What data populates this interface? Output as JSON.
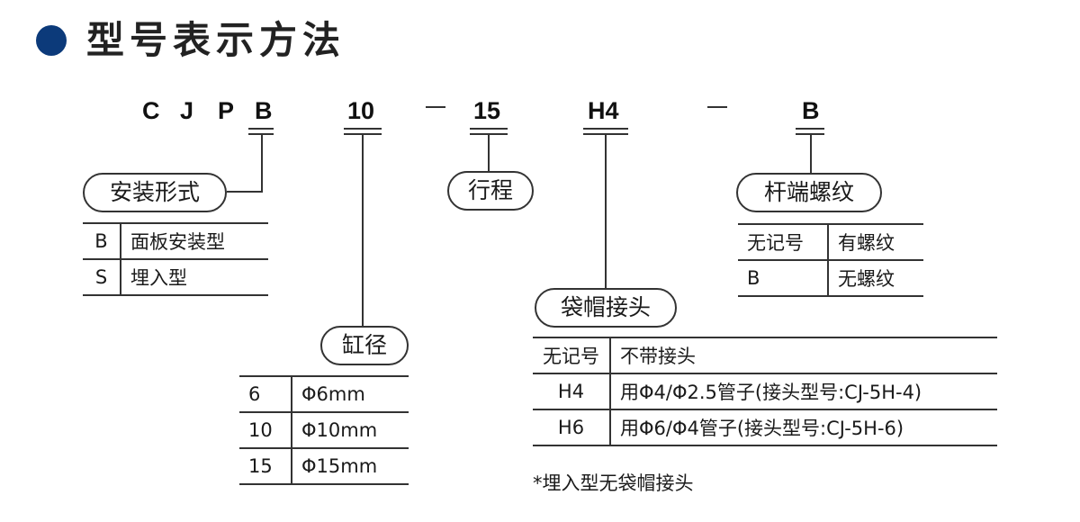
{
  "heading": {
    "title": "型号表示方法"
  },
  "code": {
    "prefix": [
      "C",
      "J",
      "P"
    ],
    "mount": "B",
    "bore": "10",
    "sep1": "–",
    "stroke": "15",
    "cap": "H4",
    "sep2": "–",
    "thread": "B"
  },
  "mount_form": {
    "label": "安装形式",
    "rows": [
      {
        "code": "B",
        "desc": "面板安装型"
      },
      {
        "code": "S",
        "desc": "埋入型"
      }
    ]
  },
  "bore": {
    "label": "缸径",
    "rows": [
      {
        "code": "6",
        "desc": "Φ6mm"
      },
      {
        "code": "10",
        "desc": "Φ10mm"
      },
      {
        "code": "15",
        "desc": "Φ15mm"
      }
    ]
  },
  "stroke": {
    "label": "行程"
  },
  "cap": {
    "label": "袋帽接头",
    "rows": [
      {
        "code": "无记号",
        "desc": "不带接头"
      },
      {
        "code": "H4",
        "desc": "用Φ4/Φ2.5管子(接头型号:CJ-5H-4)"
      },
      {
        "code": "H6",
        "desc": "用Φ6/Φ4管子(接头型号:CJ-5H-6)"
      }
    ],
    "note": "*埋入型无袋帽接头"
  },
  "thread": {
    "label": "杆端螺纹",
    "rows": [
      {
        "code": "无记号",
        "desc": "有螺纹"
      },
      {
        "code": "B",
        "desc": "无螺纹"
      }
    ]
  },
  "colors": {
    "bullet": "#0c3a7a",
    "line": "#333333"
  }
}
